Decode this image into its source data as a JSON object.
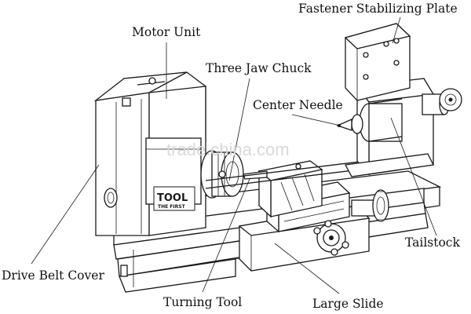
{
  "labels": {
    "fastener_plate": "Fastener Stabilizing Plate",
    "motor_unit": "Motor Unit",
    "three_jaw_chuck": "Three Jaw Chuck",
    "center_needle": "Center Needle",
    "drive_belt_cover": "Drive Belt Cover",
    "tailstock": "Tailstock",
    "turning_tool": "Turning Tool",
    "large_slide": "Large Slide"
  },
  "brand": {
    "logo_main": "TOOL",
    "logo_sub": "THE FIRST"
  },
  "watermark": "trade.china.com",
  "colors": {
    "line": "#1a1a1a",
    "text": "#111111",
    "watermark": "#d9d9d9",
    "background": "#ffffff"
  }
}
